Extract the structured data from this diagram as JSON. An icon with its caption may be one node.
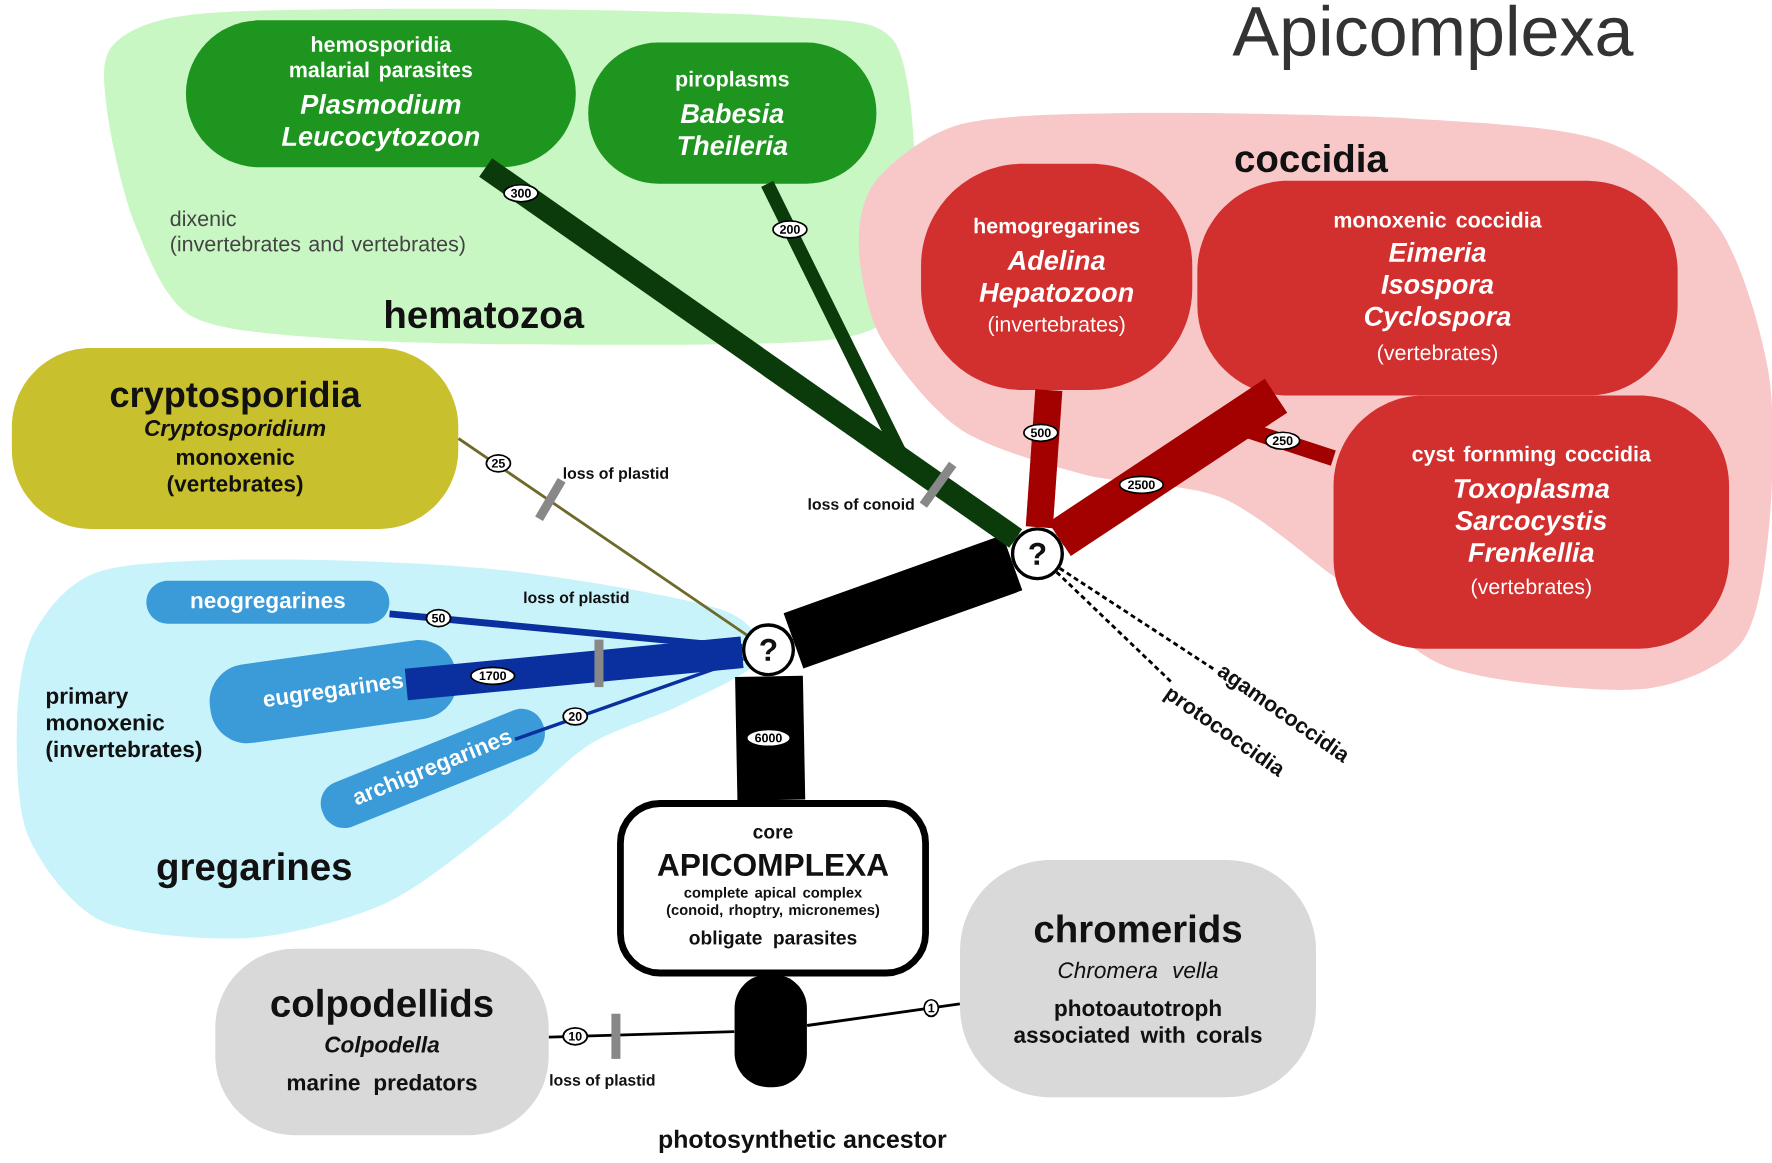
{
  "diagram": {
    "title": "Apicomplexa",
    "nodes": [
      {
        "text": [
          "dixenic (invertebrates and vertebrates)",
          "hematozoa"
        ]
      },
      {
        "text": [
          "hemosporidia malarial parasites",
          "Plasmodium Leucocytozoon"
        ],
        "in": 0
      },
      {
        "text": [
          "piroplasms",
          "Babesia Theileria"
        ],
        "in": 0
      },
      {
        "text": [
          "coccidia"
        ]
      },
      {
        "text": [
          "hemogregarines",
          "Adelina Hepatozoon",
          "(invertebrates)"
        ],
        "in": 3
      },
      {
        "text": [
          "monoxenic coccidia",
          "Eimeria Isospora Cyclospora",
          "(vertebrates)"
        ],
        "in": 3
      },
      {
        "text": [
          "cyst fornming coccidia",
          "Toxoplasma Sarcocystis Frenkellia",
          "(vertebrates)"
        ],
        "in": 3
      },
      {
        "text": [
          "cryptosporidia",
          "Cryptosporidium",
          "monoxenic (vertebrates)"
        ]
      },
      {
        "text": [
          "primary monoxenic (invertebrates)",
          "gregarines"
        ]
      },
      {
        "text": [
          "neogregarines"
        ],
        "in": 8
      },
      {
        "text": [
          "eugregarines"
        ],
        "in": 8
      },
      {
        "text": [
          "archigregarines"
        ],
        "in": 8
      },
      {
        "text": [
          "?"
        ]
      },
      {
        "text": [
          "?"
        ]
      },
      {
        "text": [
          "core",
          "APICOMPLEXA",
          "complete apical complex (conoid, rhoptry, micronemes)",
          "obligate parasites"
        ]
      },
      {
        "text": [
          "colpodellids",
          "Colpodella",
          "marine predators"
        ]
      },
      {
        "text": [
          "chromerids",
          "Chromera vella",
          "photoautotroph associated with corals"
        ]
      },
      {
        "text": [],
        "shape": "bar"
      },
      {
        "text": [
          "agamococcidia"
        ]
      },
      {
        "text": [
          "protococcidia"
        ]
      }
    ],
    "edges": [
      {
        "from": 14,
        "to": 13,
        "arrow": "none",
        "label": "6000",
        "style": "thick",
        "color": "#000000"
      },
      {
        "from": 13,
        "to": 12,
        "arrow": "none",
        "style": "thick",
        "color": "#000000"
      },
      {
        "from": 12,
        "to": 1,
        "arrow": "none",
        "label": "300",
        "color": "#0b3b0b"
      },
      {
        "from": 12,
        "to": 2,
        "arrow": "none",
        "label": "200",
        "color": "#0b3b0b"
      },
      {
        "from": 12,
        "to": 4,
        "arrow": "none",
        "label": "500",
        "style": "thick",
        "color": "#a30000"
      },
      {
        "from": 12,
        "to": 5,
        "arrow": "none",
        "label": "2500",
        "style": "thick",
        "color": "#a30000"
      },
      {
        "from": 12,
        "to": 6,
        "arrow": "none",
        "label": "250",
        "color": "#a30000"
      },
      {
        "from": 12,
        "to": 18,
        "arrow": "none",
        "style": "dashed",
        "color": "#000000"
      },
      {
        "from": 12,
        "to": 19,
        "arrow": "none",
        "style": "dashed",
        "color": "#000000"
      },
      {
        "from": 13,
        "to": 7,
        "arrow": "none",
        "label": "25",
        "color": "#6e6a2a"
      },
      {
        "from": 13,
        "to": 9,
        "arrow": "none",
        "label": "50",
        "color": "#0a2f9f"
      },
      {
        "from": 13,
        "to": 10,
        "arrow": "none",
        "label": "1700",
        "style": "thick",
        "color": "#0a2f9f"
      },
      {
        "from": 13,
        "to": 11,
        "arrow": "none",
        "label": "20",
        "color": "#0a2f9f"
      },
      {
        "from": 15,
        "to": 17,
        "arrow": "none",
        "label": "10",
        "color": "#000000"
      },
      {
        "from": 16,
        "to": 17,
        "arrow": "none",
        "label": "1",
        "color": "#000000"
      }
    ],
    "labels": [
      "loss of plastid",
      "loss of conoid",
      "loss of plastid",
      "loss of plastid",
      "photosynthetic ancestor"
    ]
  }
}
